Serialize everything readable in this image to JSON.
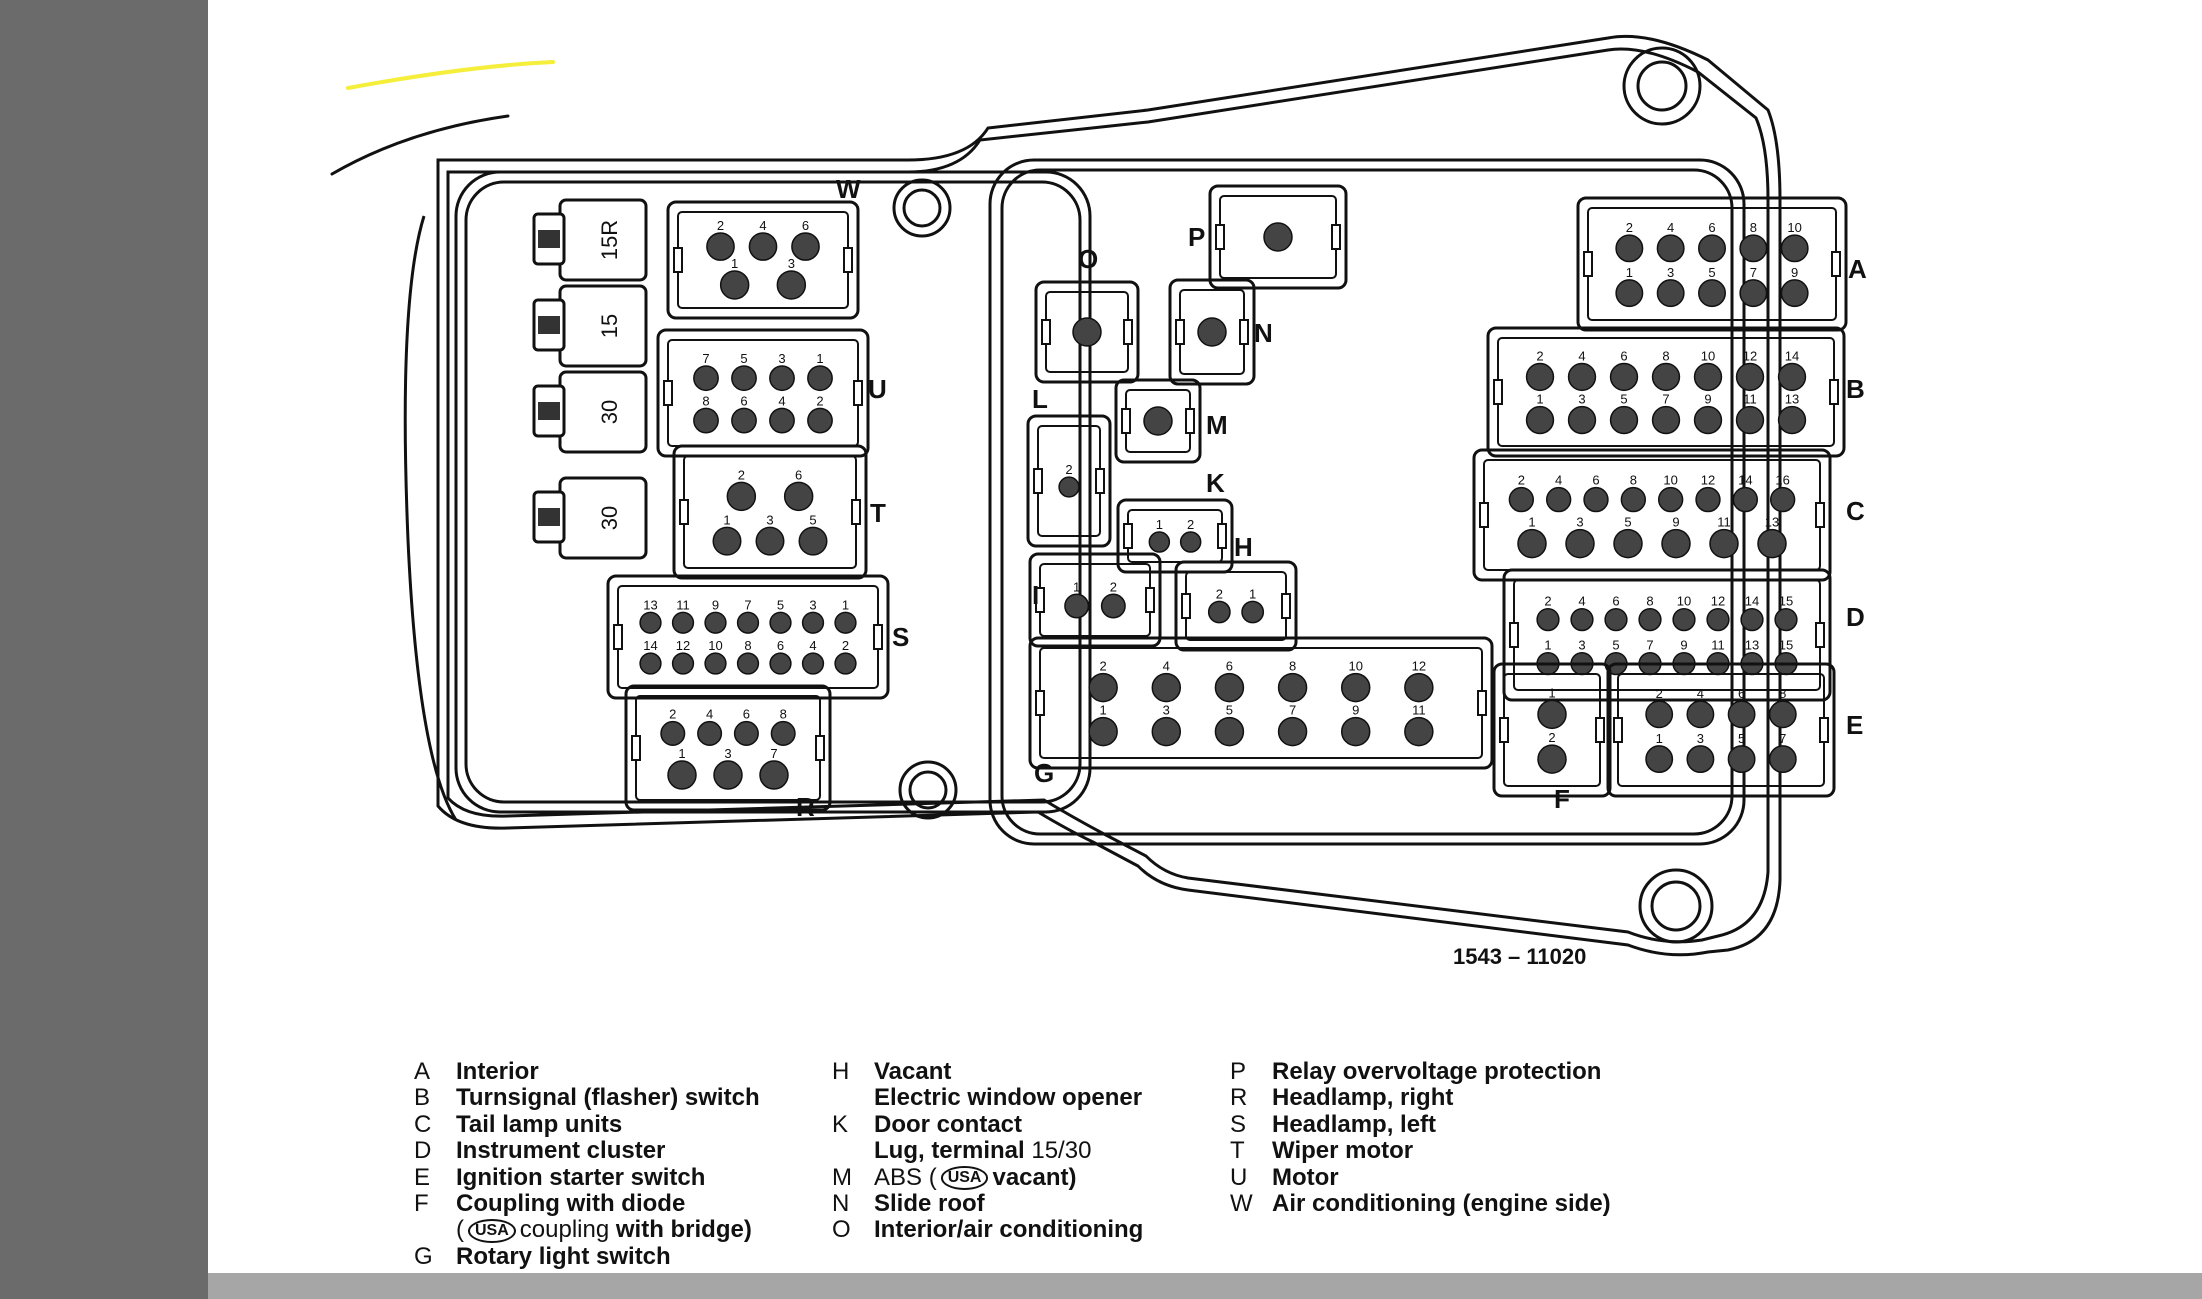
{
  "diagram": {
    "part_number": "1543 – 11020",
    "fuse_labels": [
      "15R",
      "15",
      "30",
      "30"
    ],
    "connectors": [
      {
        "letter": "W",
        "pins_top": [
          "2",
          "4",
          "6"
        ],
        "pins_bottom": [
          "1",
          "3"
        ]
      },
      {
        "letter": "U",
        "pins_top": [
          "7",
          "5",
          "3",
          "1"
        ],
        "pins_bottom": [
          "8",
          "6",
          "4",
          "2"
        ]
      },
      {
        "letter": "T",
        "pins_top": [
          "2",
          "6"
        ],
        "pins_bottom": [
          "1",
          "3",
          "5"
        ]
      },
      {
        "letter": "S",
        "pins_top": [
          "13",
          "11",
          "9",
          "7",
          "5",
          "3",
          "1"
        ],
        "pins_bottom": [
          "14",
          "12",
          "10",
          "8",
          "6",
          "4",
          "2"
        ]
      },
      {
        "letter": "R",
        "pins_top": [
          "2",
          "4",
          "6",
          "8"
        ],
        "pins_bottom": [
          "1",
          "3",
          "7"
        ]
      },
      {
        "letter": "P",
        "pins_top": [],
        "pins_bottom": []
      },
      {
        "letter": "O",
        "pins_top": [],
        "pins_bottom": []
      },
      {
        "letter": "N",
        "pins_top": [],
        "pins_bottom": []
      },
      {
        "letter": "M",
        "pins_top": [],
        "pins_bottom": []
      },
      {
        "letter": "L",
        "pins_top": [],
        "pins_bottom": [
          "2"
        ]
      },
      {
        "letter": "K",
        "pins_top": [
          "1",
          "2"
        ],
        "pins_bottom": []
      },
      {
        "letter": "H",
        "pins_top": [
          "2",
          "1"
        ],
        "pins_bottom": []
      },
      {
        "letter": "I",
        "pins_top": [
          "1",
          "2"
        ],
        "pins_bottom": []
      },
      {
        "letter": "A",
        "pins_top": [
          "2",
          "4",
          "6",
          "8",
          "10"
        ],
        "pins_bottom": [
          "1",
          "3",
          "5",
          "7",
          "9"
        ]
      },
      {
        "letter": "B",
        "pins_top": [
          "2",
          "4",
          "6",
          "8",
          "10",
          "12",
          "14"
        ],
        "pins_bottom": [
          "1",
          "3",
          "5",
          "7",
          "9",
          "11",
          "13"
        ]
      },
      {
        "letter": "C",
        "pins_top": [
          "2",
          "4",
          "6",
          "8",
          "10",
          "12",
          "14",
          "16"
        ],
        "pins_bottom": [
          "1",
          "3",
          "5",
          "9",
          "11",
          "13"
        ]
      },
      {
        "letter": "D",
        "pins_top": [
          "2",
          "4",
          "6",
          "8",
          "10",
          "12",
          "14",
          "15"
        ],
        "pins_bottom": [
          "1",
          "3",
          "5",
          "7",
          "9",
          "11",
          "13",
          "15"
        ]
      },
      {
        "letter": "G",
        "pins_top": [
          "2",
          "4",
          "6",
          "8",
          "10",
          "12"
        ],
        "pins_bottom": [
          "1",
          "3",
          "5",
          "7",
          "9",
          "11"
        ]
      },
      {
        "letter": "F",
        "pins_top": [
          "1"
        ],
        "pins_bottom": [
          "2"
        ]
      },
      {
        "letter": "E",
        "pins_top": [
          "2",
          "4",
          "6",
          "8"
        ],
        "pins_bottom": [
          "1",
          "3",
          "5",
          "7"
        ]
      }
    ]
  },
  "legend": {
    "col1": [
      {
        "key": "A",
        "text": "Interior"
      },
      {
        "key": "B",
        "text": "Turnsignal (flasher) switch"
      },
      {
        "key": "C",
        "text": "Tail lamp units"
      },
      {
        "key": "D",
        "text": "Instrument cluster"
      },
      {
        "key": "E",
        "text": "Ignition starter switch"
      },
      {
        "key": "F",
        "text": "Coupling with diode"
      },
      {
        "key": "",
        "text_pre": "(",
        "badge": "USA",
        "text_mid": "coupling",
        "text_post": "with bridge)"
      },
      {
        "key": "G",
        "text": "Rotary light switch"
      }
    ],
    "col2": [
      {
        "key": "H",
        "text": "Vacant"
      },
      {
        "key": "",
        "text": "Electric window opener"
      },
      {
        "key": "K",
        "text": "Door contact"
      },
      {
        "key": "",
        "text": "Lug, terminal",
        "text_extra": "15/30"
      },
      {
        "key": "M",
        "text_pre": "ABS (",
        "badge": "USA",
        "text_post": "vacant)"
      },
      {
        "key": "N",
        "text": "Slide roof"
      },
      {
        "key": "O",
        "text": "Interior/air   conditioning"
      }
    ],
    "col3": [
      {
        "key": "P",
        "text": "Relay overvoltage protection"
      },
      {
        "key": "R",
        "text": "Headlamp, right"
      },
      {
        "key": "S",
        "text": "Headlamp,  left"
      },
      {
        "key": "T",
        "text": "Wiper motor"
      },
      {
        "key": "U",
        "text": "Motor"
      },
      {
        "key": "W",
        "text": "Air conditioning (engine side)"
      }
    ]
  },
  "colors": {
    "sidebar": "#6b6b6b",
    "bottom_bar": "#a6a6a6",
    "highlight": "#ffff00",
    "ink": "#111111"
  }
}
